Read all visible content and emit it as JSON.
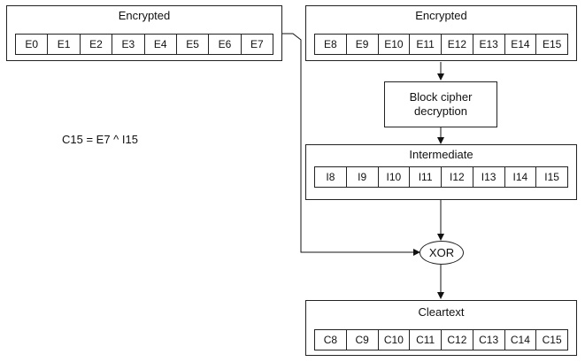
{
  "left_encrypted": {
    "title": "Encrypted",
    "cells": [
      "E0",
      "E1",
      "E2",
      "E3",
      "E4",
      "E5",
      "E6",
      "E7"
    ]
  },
  "right_encrypted": {
    "title": "Encrypted",
    "cells": [
      "E8",
      "E9",
      "E10",
      "E11",
      "E12",
      "E13",
      "E14",
      "E15"
    ]
  },
  "cipher": {
    "line1": "Block cipher",
    "line2": "decryption"
  },
  "intermediate": {
    "title": "Intermediate",
    "cells": [
      "I8",
      "I9",
      "I10",
      "I11",
      "I12",
      "I13",
      "I14",
      "I15"
    ]
  },
  "xor": {
    "label": "XOR"
  },
  "cleartext": {
    "title": "Cleartext",
    "cells": [
      "C8",
      "C9",
      "C10",
      "C11",
      "C12",
      "C13",
      "C14",
      "C15"
    ]
  },
  "formula": "C15 = E7 ^ I15"
}
